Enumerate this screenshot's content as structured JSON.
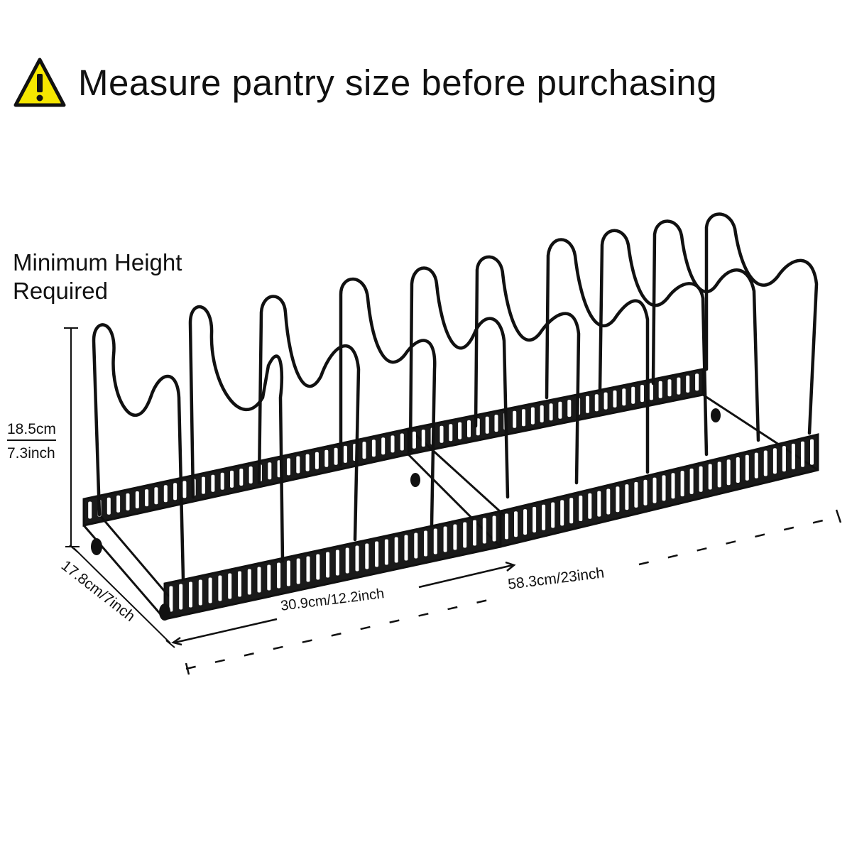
{
  "headline": {
    "text": "Measure pantry size before purchasing",
    "icon": "warning-triangle-icon",
    "icon_color": "#f5e600"
  },
  "note": {
    "line1": "Minimum Height",
    "line2": "Required"
  },
  "dimensions": {
    "height_cm": "18.5cm",
    "height_inch": "7.3inch",
    "depth": "17.8cm/7inch",
    "width_min": "30.9cm/12.2inch",
    "width_max": "58.3cm/23inch"
  },
  "colors": {
    "rack": "#111111",
    "background": "#ffffff"
  }
}
